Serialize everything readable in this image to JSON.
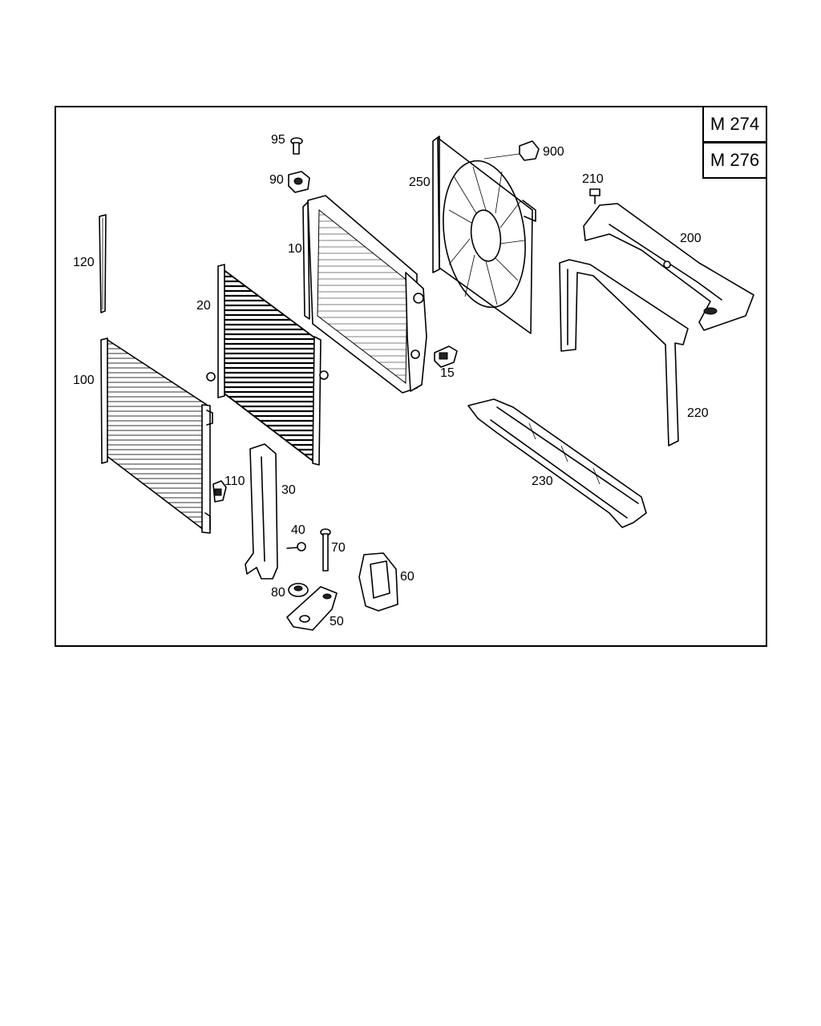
{
  "engines": [
    "M 274",
    "M 276"
  ],
  "callouts": {
    "p95": "95",
    "p90": "90",
    "p10": "10",
    "p20": "20",
    "p120": "120",
    "p100": "100",
    "p250": "250",
    "p900": "900",
    "p210": "210",
    "p200": "200",
    "p15": "15",
    "p220": "220",
    "p230": "230",
    "p110": "110",
    "p30": "30",
    "p40": "40",
    "p70": "70",
    "p60": "60",
    "p80": "80",
    "p50": "50"
  },
  "colors": {
    "line": "#000000",
    "background": "#ffffff"
  }
}
